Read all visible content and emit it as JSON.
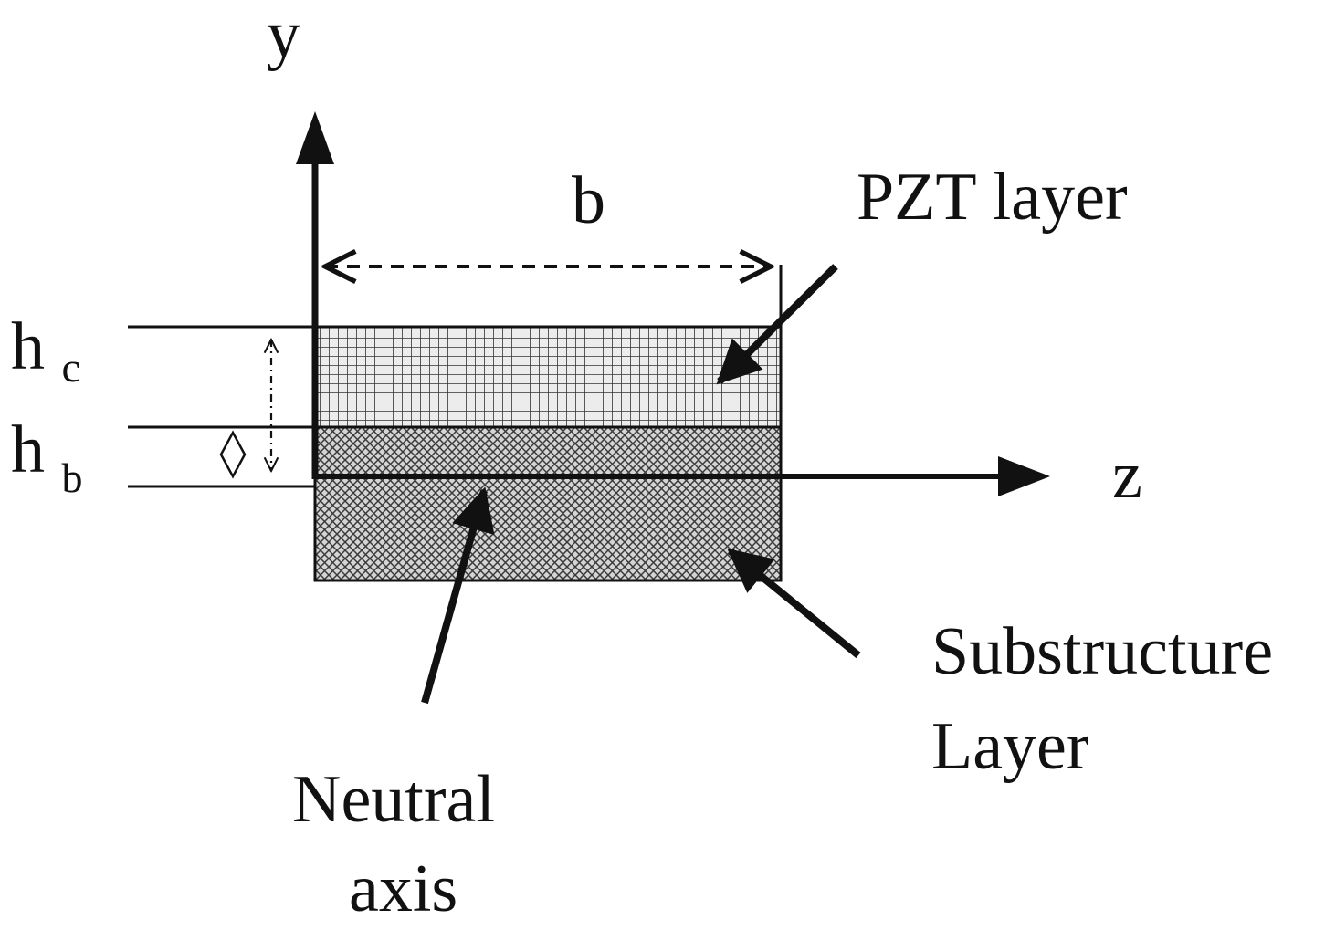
{
  "axes": {
    "y_label": "y",
    "z_label": "z"
  },
  "dimensions": {
    "width_label": "b",
    "hc_base": "h",
    "hc_sub": "c",
    "hb_base": "h",
    "hb_sub": "b"
  },
  "labels": {
    "pzt": "PZT layer",
    "substructure_line1": "Substructure",
    "substructure_line2": "Layer",
    "neutral_line1": "Neutral",
    "neutral_line2": "axis"
  },
  "colors": {
    "ink": "#111111",
    "pzt_fill_bg": "#e6e6e6",
    "substructure_fill_bg": "#cfcfcf"
  }
}
